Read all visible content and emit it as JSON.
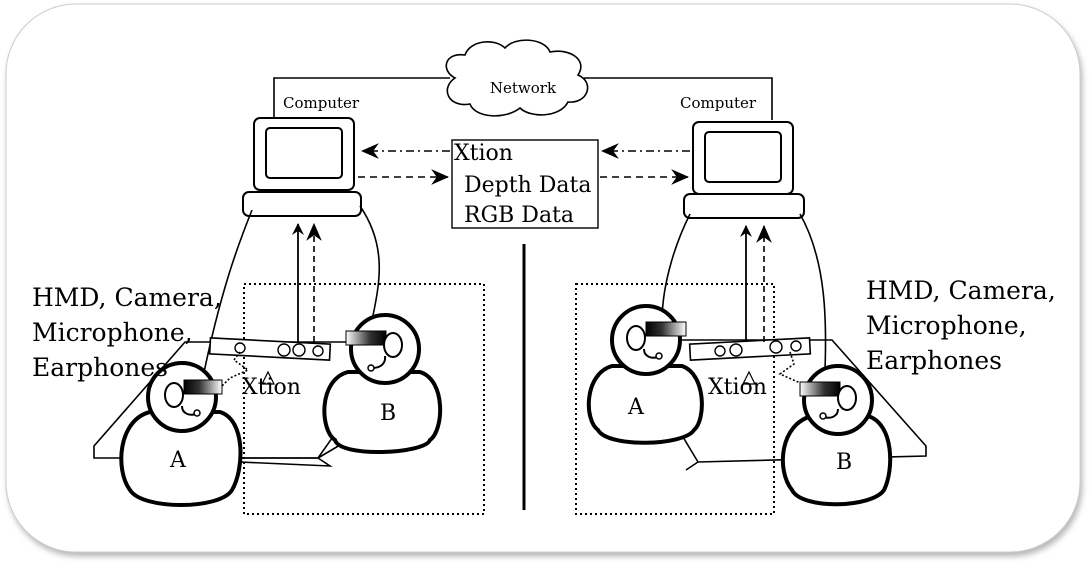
{
  "network_label": "Network",
  "left": {
    "computer_label": "Computer",
    "side_label_lines": [
      "HMD, Camera,",
      "Microphone,",
      "Earphones"
    ],
    "xtion_label": "Xtion",
    "person_a": "A",
    "person_b": "B"
  },
  "right": {
    "computer_label": "Computer",
    "side_label_lines": [
      "HMD, Camera,",
      "Microphone,",
      "Earphones"
    ],
    "xtion_label": "Xtion",
    "person_a": "A",
    "person_b": "B"
  },
  "center_box": {
    "title": "Xtion",
    "line1": "Depth Data",
    "line2": "RGB Data"
  }
}
